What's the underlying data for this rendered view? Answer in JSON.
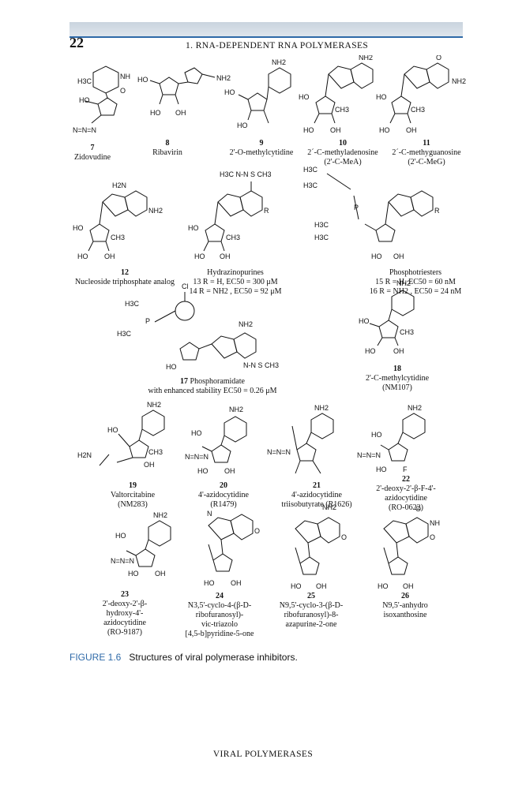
{
  "header": {
    "page_number": "22",
    "running_head": "1. RNA-DEPENDENT RNA POLYMERASES"
  },
  "compounds": [
    {
      "num": "7",
      "name": "Zidovudine"
    },
    {
      "num": "8",
      "name": "Ribavirin"
    },
    {
      "num": "9",
      "name": "2'-O-methylcytidine"
    },
    {
      "num": "10",
      "name": "2´-C-methyladenosine",
      "extra": "(2'-C-MeA)"
    },
    {
      "num": "11",
      "name": "2´-C-methyguanosine",
      "extra": "(2'-C-MeG)"
    },
    {
      "num": "12",
      "name": "Nucleoside triphosphate analog"
    },
    {
      "title": "Hydrazinopurines",
      "line1": "13  R = H, EC50 = 300 μM",
      "line2": "14  R = NH2 , EC50 = 92 μM"
    },
    {
      "title": "Phosphotriesters",
      "line1": "15 R = H, EC50 = 60 nM",
      "line2": "16 R = NH2 , EC50 = 24 nM"
    },
    {
      "num": "17",
      "name": "Phosphoramidate",
      "extra": "with enhanced stability EC50 = 0.26 μM"
    },
    {
      "num": "18",
      "name": "2'-C-methylcytidine",
      "extra": "(NM107)"
    },
    {
      "num": "19",
      "name": "Valtorcitabine",
      "extra": "(NM283)"
    },
    {
      "num": "20",
      "name": "4'-azidocytidine",
      "extra": "(R1479)"
    },
    {
      "num": "21",
      "name": "4'-azidocytidine",
      "extra": "triisobutyrate (R1626)"
    },
    {
      "num": "22",
      "name": "2'-deoxy-2'-β-F-4'-",
      "extra": "azidocytidine",
      "extra2": "(RO-0622)"
    },
    {
      "num": "23",
      "name": "2'-deoxy-2'-β-",
      "extra": "hydroxy-4'-",
      "extra2": "azidocytidine",
      "extra3": "(RO-9187)"
    },
    {
      "num": "24",
      "name": "N3,5'-cyclo-4-(β-D-",
      "extra": "ribofuranosyl)-",
      "extra2": "vic-triazolo",
      "extra3": "[4,5-b]pyridine-5-one"
    },
    {
      "num": "25",
      "name": "N9,5'-cyclo-3-(β-D-",
      "extra": "ribofuranosyl)-8-",
      "extra2": "azapurine-2-one"
    },
    {
      "num": "26",
      "name": "N9,5'-anhydro",
      "extra": "isoxanthosine"
    }
  ],
  "caption": {
    "tag": "FIGURE 1.6",
    "text": "Structures of viral polymerase inhibitors."
  },
  "footer": "VIRAL POLYMERASES"
}
